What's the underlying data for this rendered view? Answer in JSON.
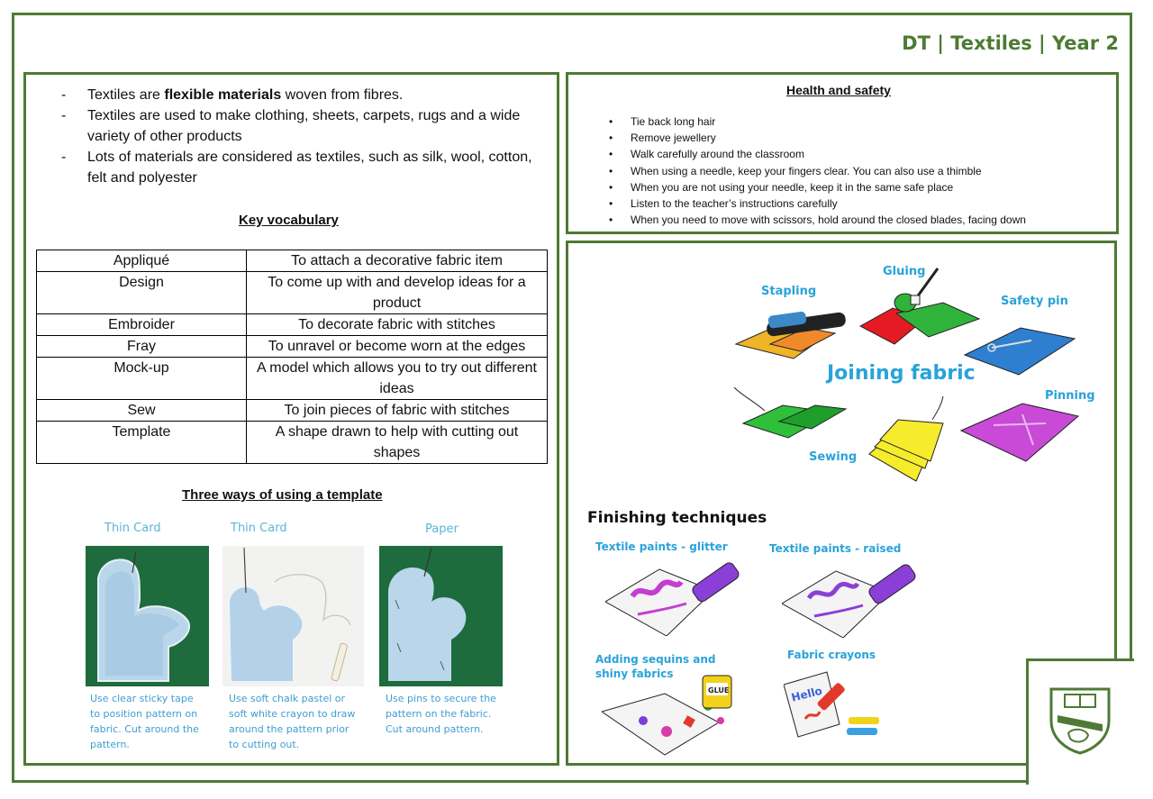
{
  "header": {
    "title": "DT | Textiles | Year 2"
  },
  "intro": [
    {
      "before": "Textiles are ",
      "bold": "flexible materials",
      "after": " woven from fibres."
    },
    {
      "before": "Textiles are used to make clothing, sheets, carpets, rugs and a wide variety of other products",
      "bold": "",
      "after": ""
    },
    {
      "before": "Lots of materials are considered as textiles, such as silk, wool, cotton, felt and polyester",
      "bold": "",
      "after": ""
    }
  ],
  "vocab": {
    "heading": "Key vocabulary",
    "rows": [
      {
        "term": "Appliqué",
        "definition": "To attach a decorative fabric item"
      },
      {
        "term": "Design",
        "definition": "To come up with and develop ideas for a product"
      },
      {
        "term": "Embroider",
        "definition": "To decorate fabric with stitches"
      },
      {
        "term": "Fray",
        "definition": "To unravel or become worn at the edges"
      },
      {
        "term": "Mock-up",
        "definition": "A model which allows you to try out different ideas"
      },
      {
        "term": "Sew",
        "definition": "To join pieces of fabric with stitches"
      },
      {
        "term": "Template",
        "definition": "A shape drawn to help with cutting out shapes"
      }
    ]
  },
  "template": {
    "heading": "Three ways of using a template",
    "photos": [
      {
        "label": "Thin Card",
        "caption": "Use clear sticky tape to position pattern on fabric. Cut around the pattern."
      },
      {
        "label": "Thin Card",
        "caption": "Use soft chalk pastel or soft white crayon to draw around the pattern prior to cutting out."
      },
      {
        "label": "Paper",
        "caption": "Use pins to secure the pattern on the fabric. Cut around pattern."
      }
    ]
  },
  "health": {
    "heading": "Health and safety",
    "items": [
      "Tie back long hair",
      "Remove jewellery",
      "Walk carefully around the classroom",
      "When using a needle, keep your fingers clear. You can also use a thimble",
      "When you are not using your needle, keep it in the same safe place",
      "Listen to the teacher’s instructions carefully",
      "When you need to move with scissors, hold around the closed blades, facing down"
    ]
  },
  "joining": {
    "title": "Joining fabric",
    "labels": {
      "stapling": "Stapling",
      "gluing": "Gluing",
      "safety_pin": "Safety pin",
      "pinning": "Pinning",
      "sewing": "Sewing"
    }
  },
  "finishing": {
    "title": "Finishing techniques",
    "labels": {
      "glitter": "Textile paints - glitter",
      "raised": "Textile paints - raised",
      "sequins": "Adding sequins and shiny fabrics",
      "crayons": "Fabric crayons",
      "glue": "GLUE",
      "hello": "Hello"
    }
  },
  "colors": {
    "border": "#4e7a34",
    "comic_blue": "#29a3d9"
  }
}
